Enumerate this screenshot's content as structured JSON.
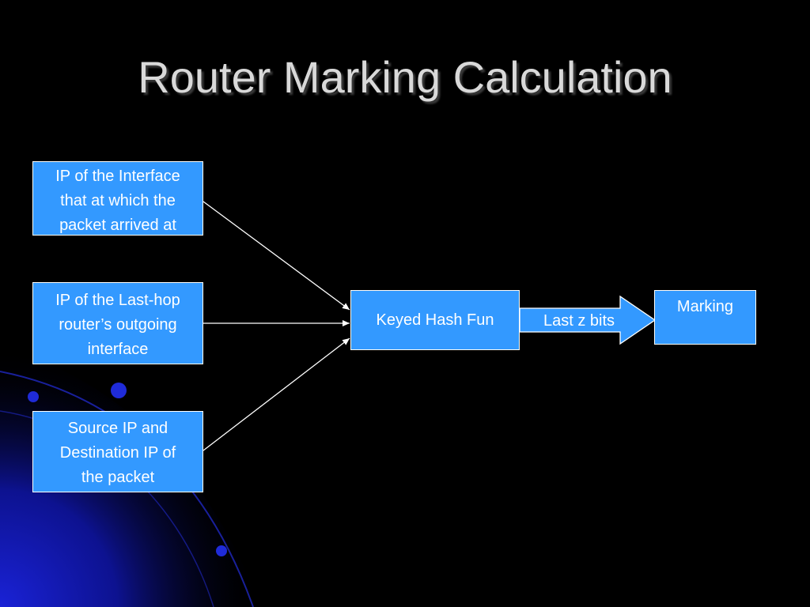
{
  "slide": {
    "title": "Router Marking Calculation"
  },
  "inputs": [
    {
      "lines": [
        "IP of the Interface",
        "that at which the",
        "packet arrived at"
      ]
    },
    {
      "lines": [
        "IP of the Last-hop",
        "router’s outgoing",
        "interface"
      ]
    },
    {
      "lines": [
        "Source IP and",
        "Destination IP of",
        "the packet"
      ]
    }
  ],
  "hash_box": {
    "label": "Keyed Hash Fun"
  },
  "output_arrow": {
    "label": "Last z bits"
  },
  "result_box": {
    "label": "Marking"
  },
  "colors": {
    "box_fill": "#3399ff",
    "background": "#000000",
    "title_text": "#d9d9d9"
  }
}
